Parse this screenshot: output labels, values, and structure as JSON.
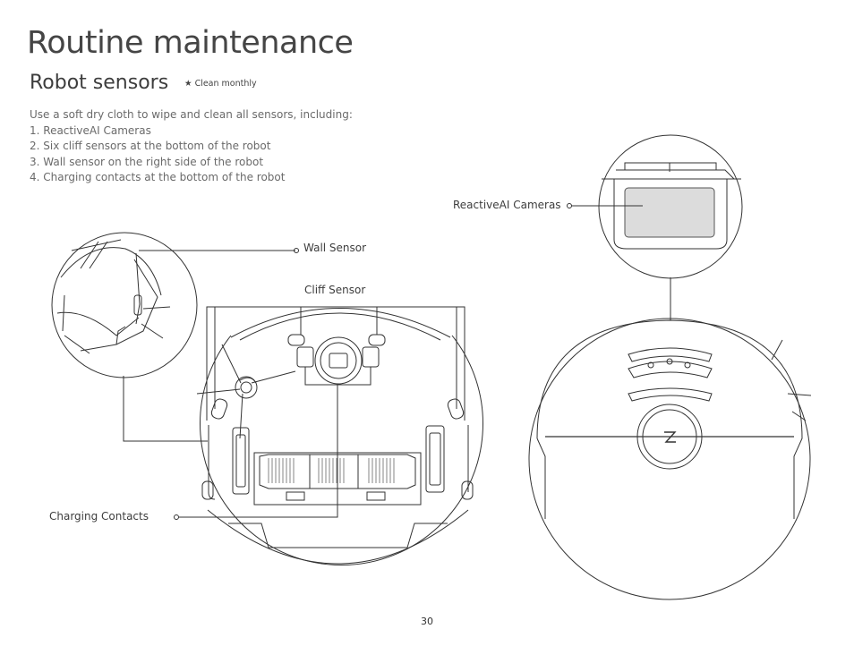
{
  "page": {
    "title": "Routine maintenance",
    "section_title": "Robot sensors",
    "note": "Clean monthly",
    "intro": "Use a soft dry cloth to wipe and clean all sensors, including:",
    "list": [
      "1. ReactiveAI Cameras",
      "2. Six cliff sensors at the bottom of the robot",
      "3. Wall sensor on the right side of the robot",
      "4. Charging contacts at the bottom of the robot"
    ],
    "page_number": "30"
  },
  "labels": {
    "reactive_cameras": "ReactiveAI Cameras",
    "wall_sensor": "Wall Sensor",
    "cliff_sensor": "Cliff Sensor",
    "charging_contacts": "Charging Contacts"
  },
  "icons": {
    "note_bullet": "star-icon",
    "logo": "roborock-logo-icon"
  }
}
